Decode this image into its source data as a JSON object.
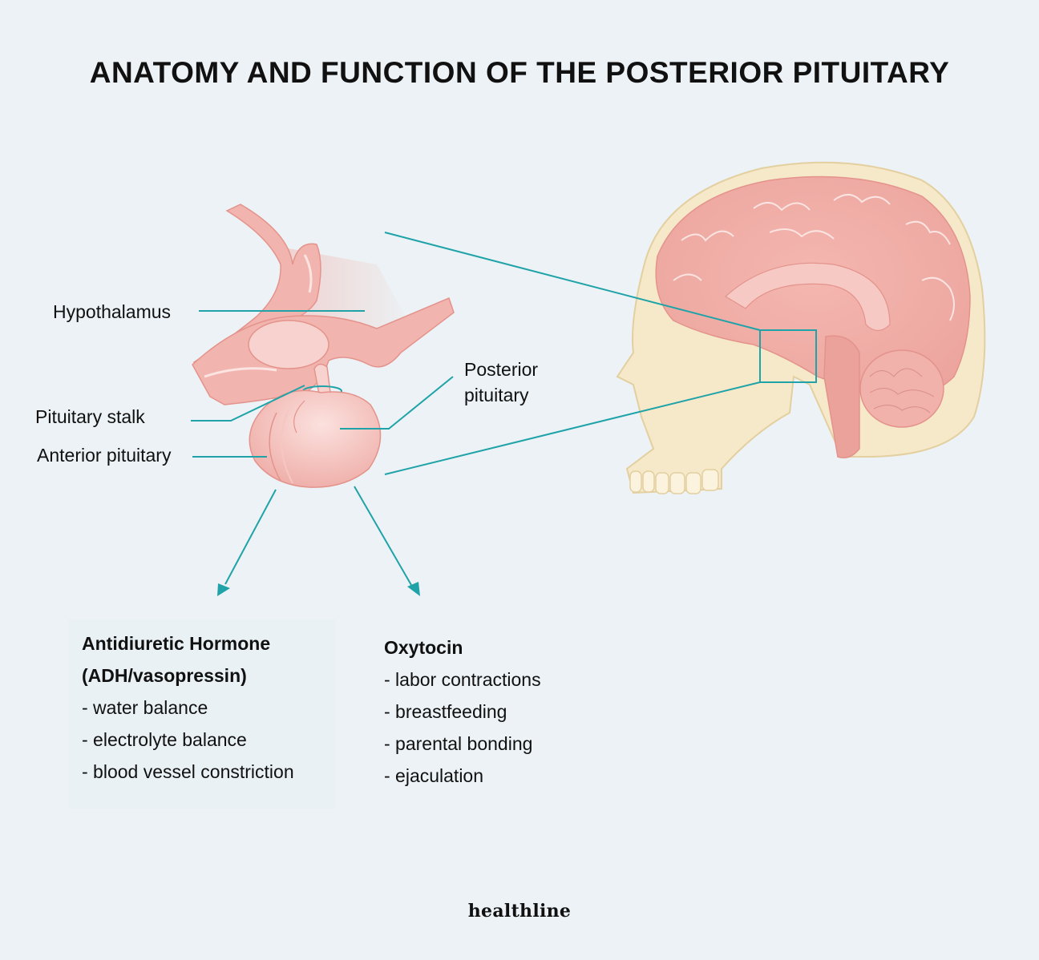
{
  "title": "ANATOMY AND FUNCTION OF THE POSTERIOR PITUITARY",
  "labels": {
    "hypothalamus": "Hypothalamus",
    "pituitary_stalk": "Pituitary stalk",
    "anterior_pituitary": "Anterior pituitary",
    "posterior_pituitary_line1": "Posterior",
    "posterior_pituitary_line2": "pituitary"
  },
  "hormones": {
    "adh": {
      "heading_line1": "Antidiuretic Hormone",
      "heading_line2": "(ADH/vasopressin)",
      "functions": [
        "- water balance",
        "- electrolyte balance",
        "- blood vessel constriction"
      ]
    },
    "oxytocin": {
      "heading": "Oxytocin",
      "functions": [
        "- labor contractions",
        "- breastfeeding",
        "- parental bonding",
        "- ejaculation"
      ]
    }
  },
  "brand": "healthline",
  "colors": {
    "background": "#ecf2f5",
    "teal_line": "#1fa3a8",
    "tissue_pink": "#f2b4ae",
    "tissue_dark": "#e4938c",
    "skull_bone": "#f6e9c9",
    "skull_outline": "#e3cf9f"
  }
}
